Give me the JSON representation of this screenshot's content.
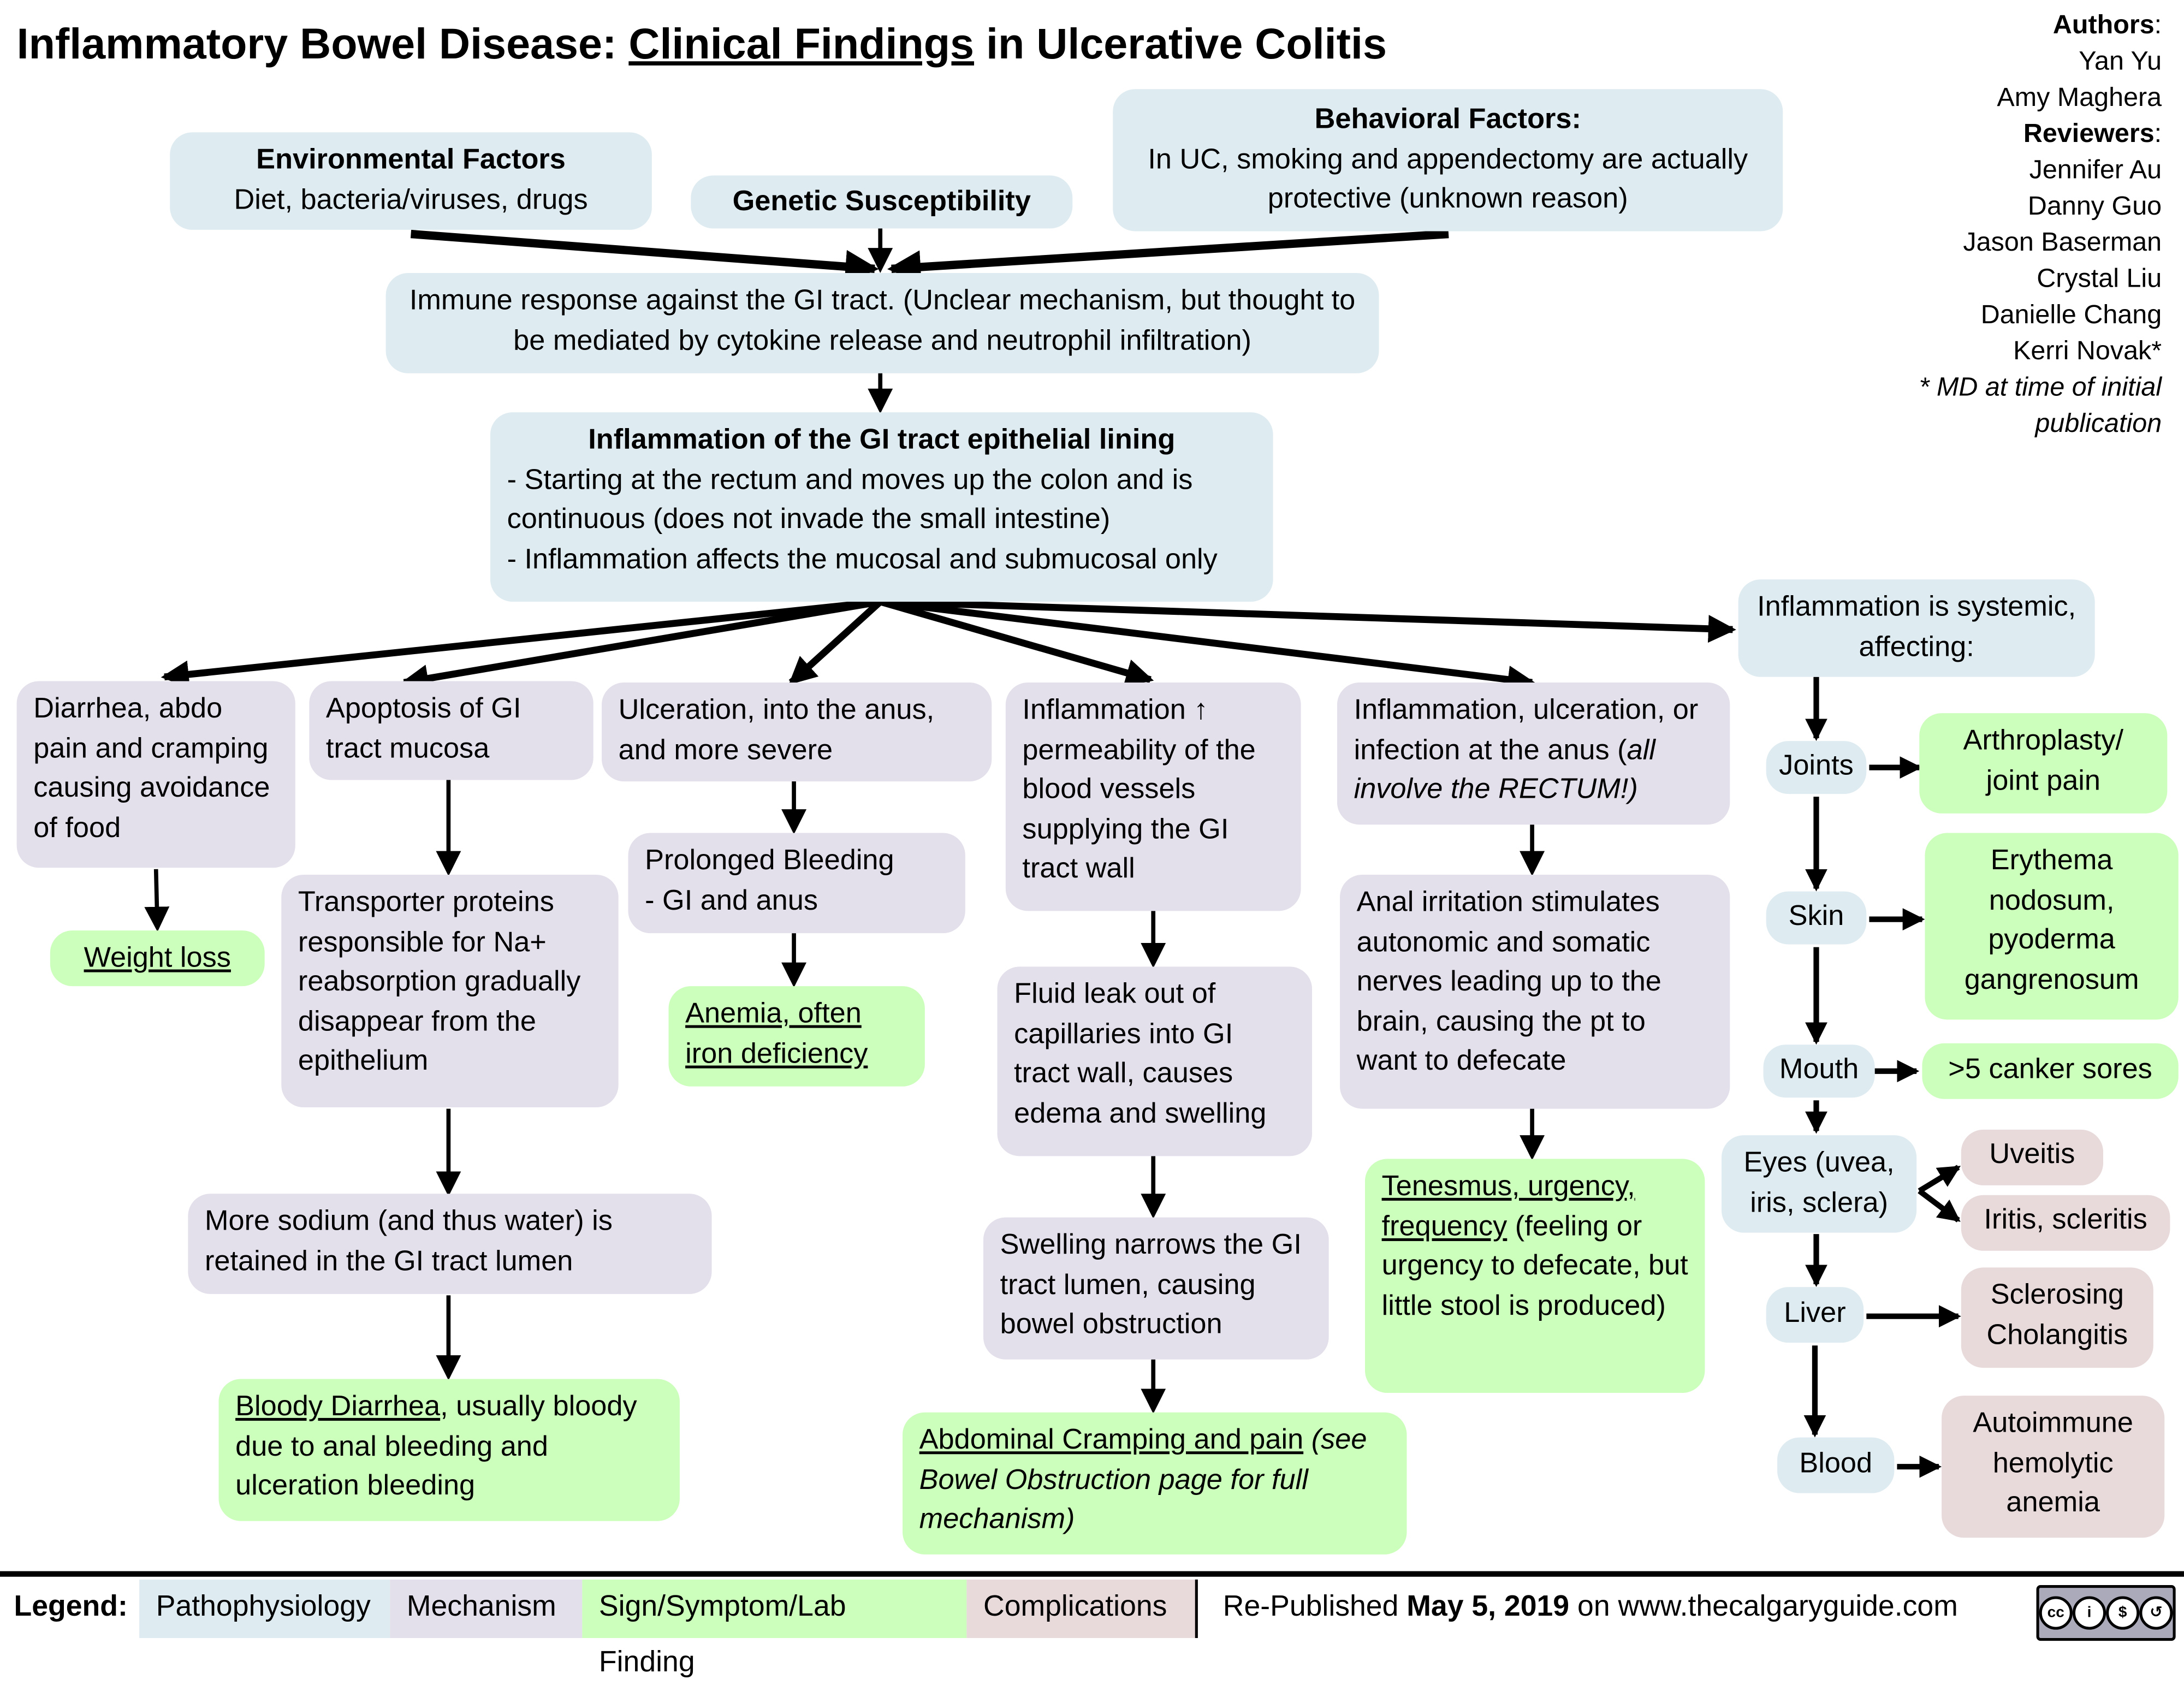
{
  "title": {
    "part1": "Inflammatory Bowel Disease: ",
    "part2": "Clinical Findings",
    "part3": " in Ulcerative Colitis"
  },
  "authors": {
    "authors_label": "Authors",
    "authors": [
      "Yan Yu",
      "Amy Maghera"
    ],
    "reviewers_label": "Reviewers",
    "reviewers": [
      "Jennifer Au",
      "Danny Guo",
      "Jason Baserman",
      "Crystal Liu",
      "Danielle Chang",
      "Kerri Novak*"
    ],
    "footnote": "* MD at time of initial publication"
  },
  "nodes": {
    "environmental": {
      "heading": "Environmental Factors",
      "text": "Diet, bacteria/viruses, drugs"
    },
    "genetic": {
      "heading": "Genetic Susceptibility"
    },
    "behavioral": {
      "heading": "Behavioral Factors:",
      "text": "In UC, smoking and appendectomy are actually protective (unknown reason)"
    },
    "immune": {
      "text": "Immune response against the GI tract. (Unclear mechanism, but thought to be mediated by cytokine release and neutrophil infiltration)"
    },
    "inflammation": {
      "heading": "Inflammation of the GI tract epithelial lining",
      "line1": "- Starting at the rectum and moves up the colon and is continuous (does not invade the small intestine)",
      "line2": "- Inflammation affects the mucosal and submucosal only"
    },
    "diarrhea": {
      "text": "Diarrhea, abdo pain and cramping causing avoidance of food"
    },
    "weight_loss": {
      "text": "Weight loss"
    },
    "apoptosis": {
      "text": "Apoptosis of GI tract mucosa"
    },
    "transporter": {
      "text": "Transporter proteins responsible for Na+ reabsorption gradually disappear from the epithelium"
    },
    "sodium": {
      "text": "More sodium (and thus water) is retained in the GI tract lumen"
    },
    "bloody_diarrhea": {
      "underlined": "Bloody Diarrhea",
      "text": ", usually bloody due to anal bleeding and ulceration bleeding"
    },
    "ulceration": {
      "text": "Ulceration, into the anus, and more severe"
    },
    "bleeding": {
      "line1": "Prolonged Bleeding",
      "line2": "- GI and anus"
    },
    "anemia": {
      "text": "Anemia, often iron deficiency"
    },
    "permeability": {
      "text": "Inflammation ↑ permeability of the blood vessels supplying the GI tract wall"
    },
    "fluid_leak": {
      "text": "Fluid leak out of capillaries into GI tract wall, causes edema and swelling"
    },
    "swelling": {
      "text": "Swelling narrows the GI tract lumen, causing bowel obstruction"
    },
    "cramping": {
      "underlined": "Abdominal Cramping and pain",
      "italic": " (see Bowel Obstruction page for full mechanism)"
    },
    "anus": {
      "text": "Inflammation, ulceration, or infection at the anus (",
      "italic": "all involve the RECTUM!)"
    },
    "anal_irritation": {
      "text": "Anal irritation stimulates autonomic and somatic nerves leading up to the brain, causing the pt to want to defecate"
    },
    "tenesmus": {
      "underlined": "Tenesmus, urgency, frequency",
      "text": " (feeling or urgency to defecate, but little stool is produced)"
    },
    "systemic": {
      "text": "Inflammation is systemic, affecting:"
    },
    "joints": {
      "text": "Joints"
    },
    "skin": {
      "text": "Skin"
    },
    "mouth": {
      "text": "Mouth"
    },
    "eyes": {
      "text": "Eyes (uvea, iris, sclera)"
    },
    "liver": {
      "text": "Liver"
    },
    "blood": {
      "text": "Blood"
    },
    "arthroplasty": {
      "text": "Arthroplasty/ joint pain"
    },
    "erythema": {
      "text": "Erythema nodosum, pyoderma gangrenosum"
    },
    "canker": {
      "text": ">5 canker sores"
    },
    "uveitis": {
      "text": "Uveitis"
    },
    "iritis": {
      "text": "Iritis, scleritis"
    },
    "sclerosing": {
      "text": "Sclerosing Cholangitis"
    },
    "autoimmune": {
      "text": "Autoimmune hemolytic anemia"
    }
  },
  "legend": {
    "label": "Legend:",
    "items": [
      {
        "label": "Pathophysiology",
        "color": "#deebf1"
      },
      {
        "label": "Mechanism",
        "color": "#e3dfeb"
      },
      {
        "label": "Sign/Symptom/Lab Finding",
        "color": "#ccffbb"
      },
      {
        "label": "Complications",
        "color": "#e8d9da"
      }
    ],
    "published_prefix": "Re-Published ",
    "published_date": "May 5, 2019",
    "published_suffix": " on www.thecalgaryguide.com",
    "license": {
      "icons": [
        "cc-icon",
        "by-icon",
        "nc-icon",
        "sa-icon"
      ],
      "labels": [
        "BY",
        "NC",
        "SA"
      ]
    }
  }
}
